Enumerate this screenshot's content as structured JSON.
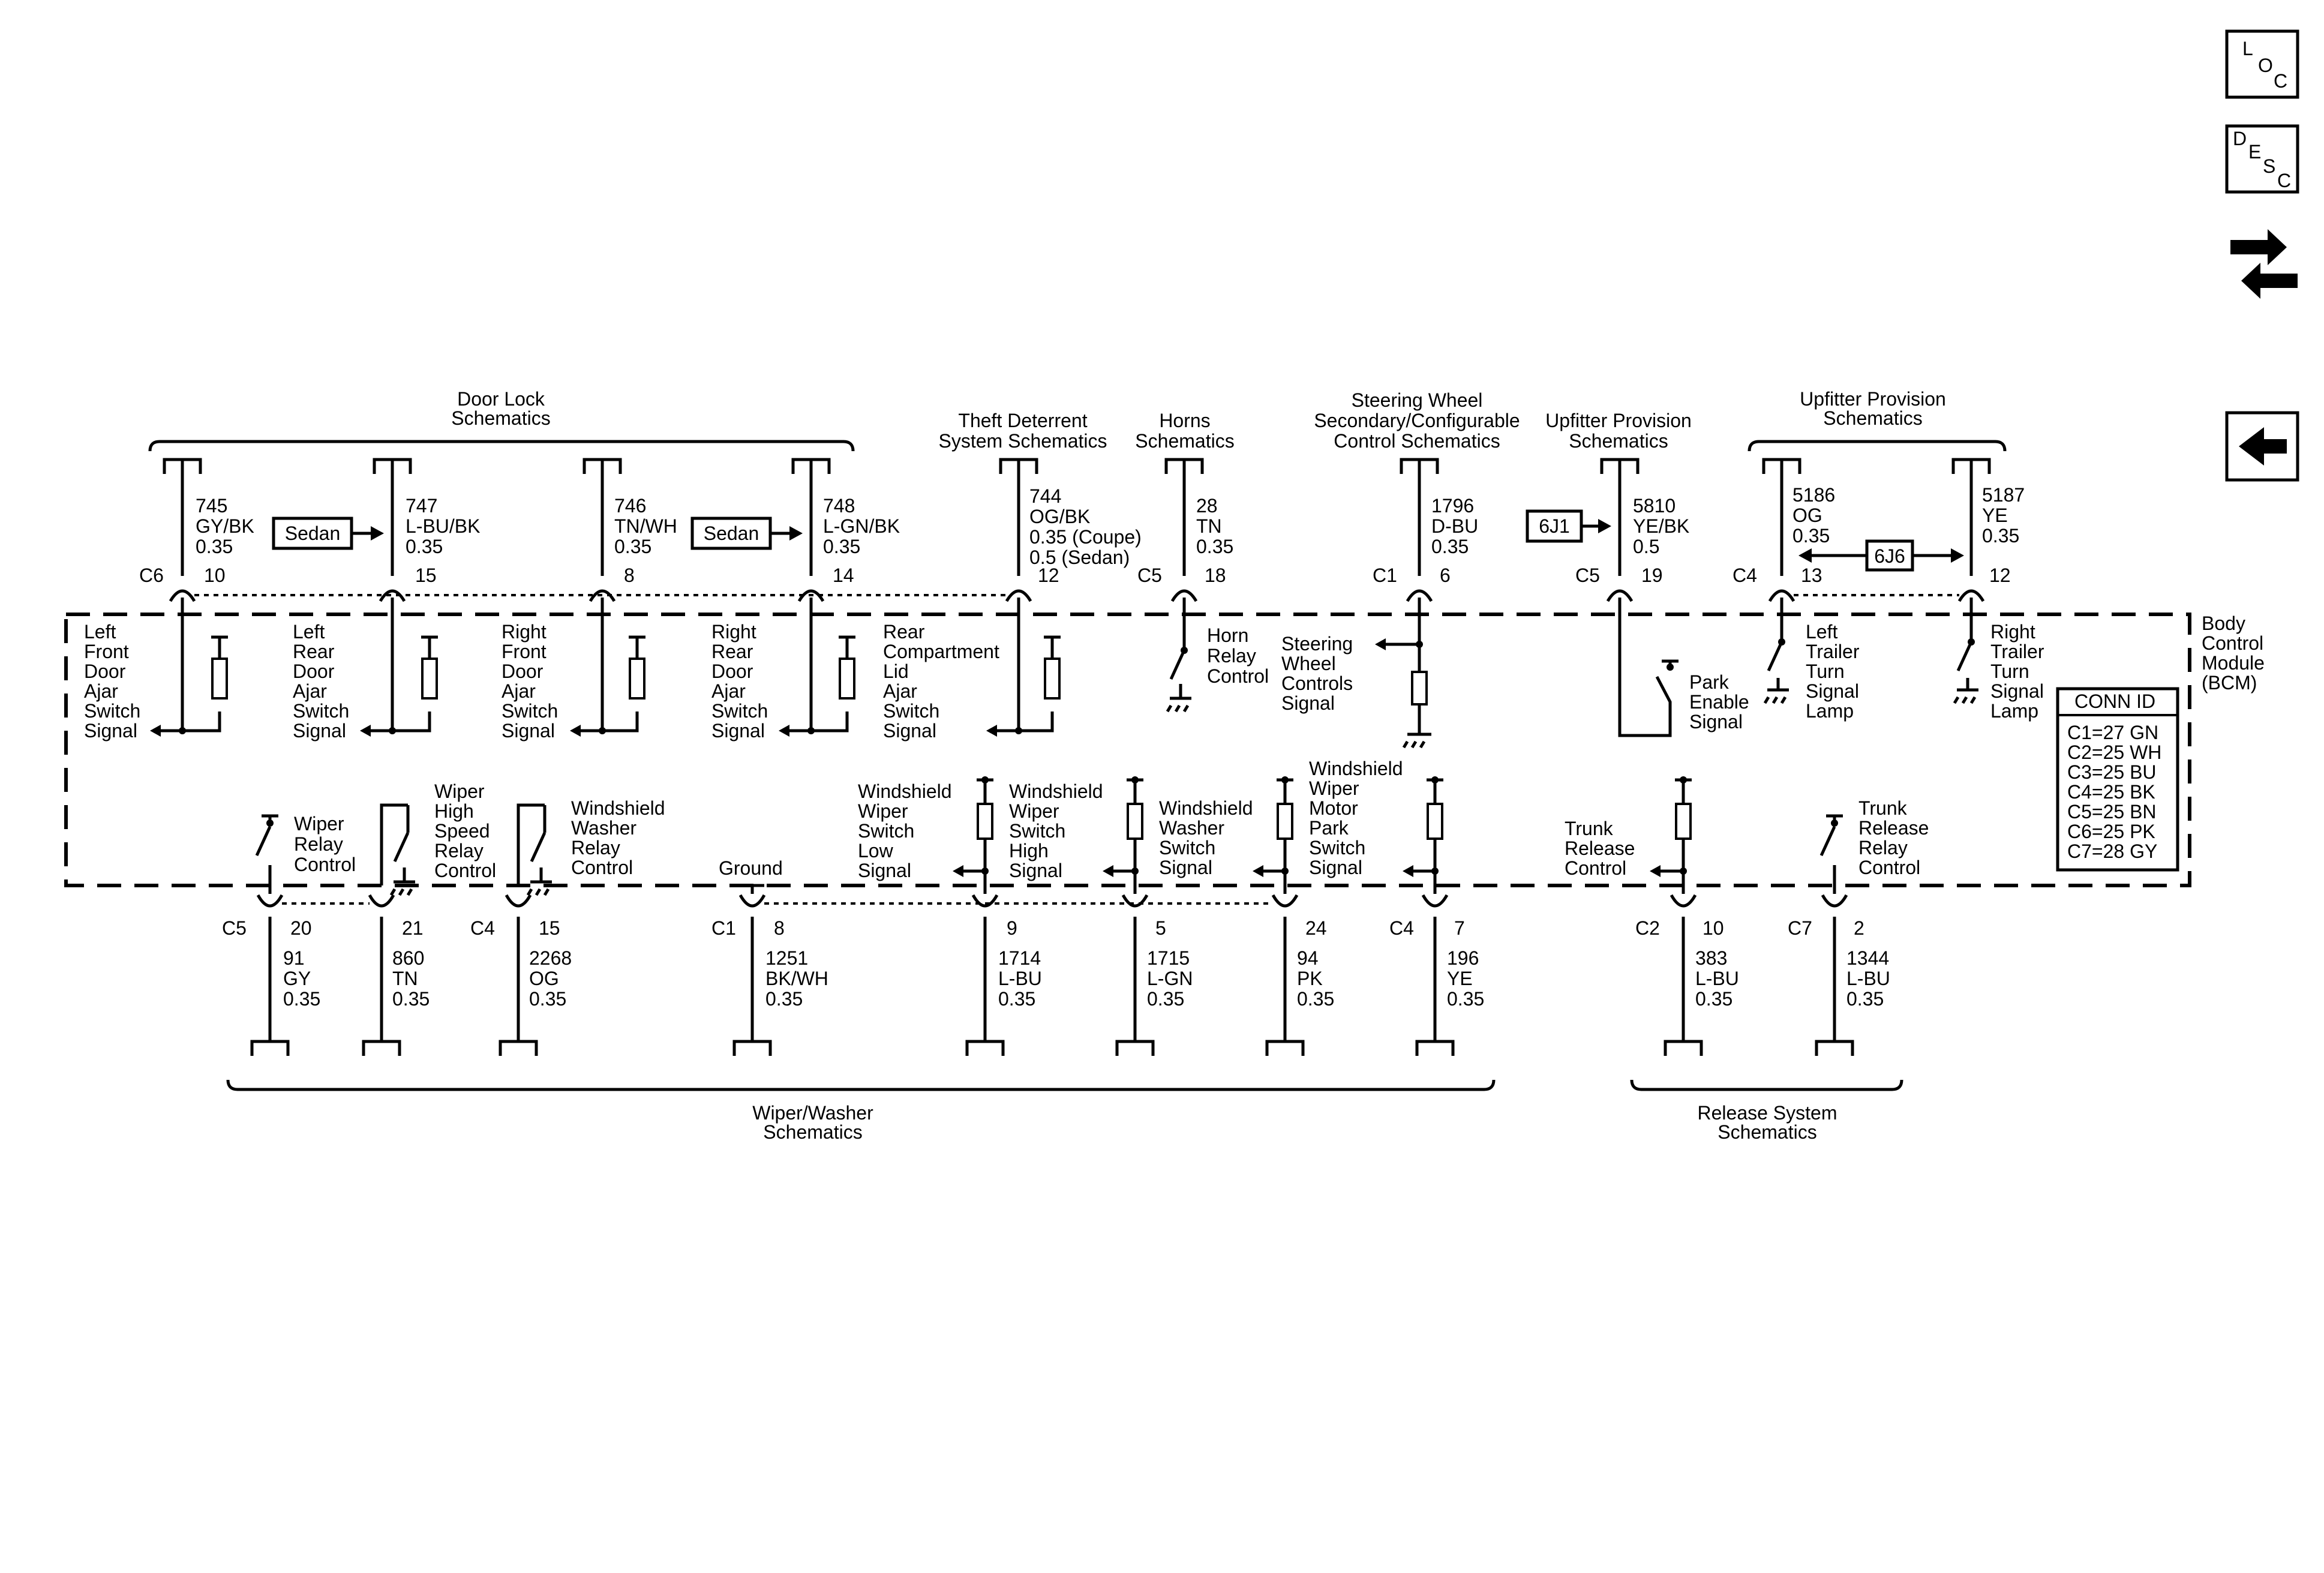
{
  "nav_icons": {
    "loc": [
      "L",
      "O",
      "C"
    ],
    "desc": [
      "D",
      "E",
      "S",
      "C"
    ]
  },
  "module": {
    "label": [
      "Body",
      "Control",
      "Module",
      "(BCM)"
    ],
    "conn_id_title": "CONN ID",
    "conn_id": [
      "C1=27 GN",
      "C2=25 WH",
      "C3=25 BU",
      "C4=25 BK",
      "C5=25 BN",
      "C6=25 PK",
      "C7=28 GY"
    ]
  },
  "top_groups": {
    "door_lock": [
      "Door Lock",
      "Schematics"
    ],
    "theft": [
      "Theft Deterrent",
      "System Schematics"
    ],
    "horns": [
      "Horns",
      "Schematics"
    ],
    "steering": [
      "Steering Wheel",
      "Secondary/Configurable",
      "Control Schematics"
    ],
    "upfitter_single": [
      "Upfitter Provision",
      "Schematics"
    ],
    "upfitter_pair": [
      "Upfitter Provision",
      "Schematics"
    ]
  },
  "bottom_groups": {
    "wiper": [
      "Wiper/Washer",
      "Schematics"
    ],
    "release": [
      "Release System",
      "Schematics"
    ]
  },
  "options": {
    "sedan_1": "Sedan",
    "sedan_2": "Sedan",
    "six_j1": "6J1",
    "six_j6": "6J6"
  },
  "top_circuits": [
    {
      "connector": "C6",
      "pin": "10",
      "wire": [
        "745",
        "GY/BK",
        "0.35"
      ],
      "signal": [
        "Left",
        "Front",
        "Door",
        "Ajar",
        "Switch",
        "Signal"
      ]
    },
    {
      "connector": "",
      "pin": "15",
      "wire": [
        "747",
        "L-BU/BK",
        "0.35"
      ],
      "signal": [
        "Left",
        "Rear",
        "Door",
        "Ajar",
        "Switch",
        "Signal"
      ]
    },
    {
      "connector": "",
      "pin": "8",
      "wire": [
        "746",
        "TN/WH",
        "0.35"
      ],
      "signal": [
        "Right",
        "Front",
        "Door",
        "Ajar",
        "Switch",
        "Signal"
      ]
    },
    {
      "connector": "",
      "pin": "14",
      "wire": [
        "748",
        "L-GN/BK",
        "0.35"
      ],
      "signal": [
        "Right",
        "Rear",
        "Door",
        "Ajar",
        "Switch",
        "Signal"
      ]
    },
    {
      "connector": "",
      "pin": "12",
      "wire": [
        "744",
        "OG/BK",
        "0.35 (Coupe)",
        "0.5 (Sedan)"
      ],
      "signal": [
        "Rear",
        "Compartment",
        "Lid",
        "Ajar",
        "Switch",
        "Signal"
      ]
    },
    {
      "connector": "C5",
      "pin": "18",
      "wire": [
        "28",
        "TN",
        "0.35"
      ],
      "signal": [
        "Horn",
        "Relay",
        "Control"
      ]
    },
    {
      "connector": "C1",
      "pin": "6",
      "wire": [
        "1796",
        "D-BU",
        "0.35"
      ],
      "signal": [
        "Steering",
        "Wheel",
        "Controls",
        "Signal"
      ]
    },
    {
      "connector": "C5",
      "pin": "19",
      "wire": [
        "5810",
        "YE/BK",
        "0.5"
      ],
      "signal": [
        "Park",
        "Enable",
        "Signal"
      ]
    },
    {
      "connector": "C4",
      "pin": "13",
      "wire": [
        "5186",
        "OG",
        "0.35"
      ],
      "signal": [
        "Left",
        "Trailer",
        "Turn",
        "Signal",
        "Lamp"
      ]
    },
    {
      "connector": "",
      "pin": "12",
      "wire": [
        "5187",
        "YE",
        "0.35"
      ],
      "signal": [
        "Right",
        "Trailer",
        "Turn",
        "Signal",
        "Lamp"
      ]
    }
  ],
  "bottom_circuits": [
    {
      "connector": "C5",
      "pin": "20",
      "wire": [
        "91",
        "GY",
        "0.35"
      ],
      "signal": [
        "Wiper",
        "Relay",
        "Control"
      ]
    },
    {
      "connector": "",
      "pin": "21",
      "wire": [
        "860",
        "TN",
        "0.35"
      ],
      "signal": [
        "Wiper",
        "High",
        "Speed",
        "Relay",
        "Control"
      ]
    },
    {
      "connector": "C4",
      "pin": "15",
      "wire": [
        "2268",
        "OG",
        "0.35"
      ],
      "signal": [
        "Windshield",
        "Washer",
        "Relay",
        "Control"
      ]
    },
    {
      "connector": "C1",
      "pin": "8",
      "wire": [
        "1251",
        "BK/WH",
        "0.35"
      ],
      "signal": [
        "Ground"
      ]
    },
    {
      "connector": "",
      "pin": "9",
      "wire": [
        "1714",
        "L-BU",
        "0.35"
      ],
      "signal_a": [
        "Windshield",
        "Wiper",
        "Switch",
        "Low",
        "Signal"
      ],
      "signal_b": [
        "Windshield",
        "Wiper",
        "Switch",
        "High",
        "Signal"
      ]
    },
    {
      "connector": "",
      "pin": "5",
      "wire": [
        "1715",
        "L-GN",
        "0.35"
      ],
      "signal": [
        "Windshield",
        "Washer",
        "Switch",
        "Signal"
      ]
    },
    {
      "connector": "",
      "pin": "24",
      "wire": [
        "94",
        "PK",
        "0.35"
      ],
      "signal": [
        "Windshield",
        "Wiper",
        "Motor",
        "Park",
        "Switch",
        "Signal"
      ]
    },
    {
      "connector": "C4",
      "pin": "7",
      "wire": [
        "196",
        "YE",
        "0.35"
      ]
    },
    {
      "connector": "C2",
      "pin": "10",
      "wire": [
        "383",
        "L-BU",
        "0.35"
      ],
      "signal": [
        "Trunk",
        "Release",
        "Control"
      ]
    },
    {
      "connector": "C7",
      "pin": "2",
      "wire": [
        "1344",
        "L-BU",
        "0.35"
      ],
      "signal": [
        "Trunk",
        "Release",
        "Relay",
        "Control"
      ]
    }
  ]
}
